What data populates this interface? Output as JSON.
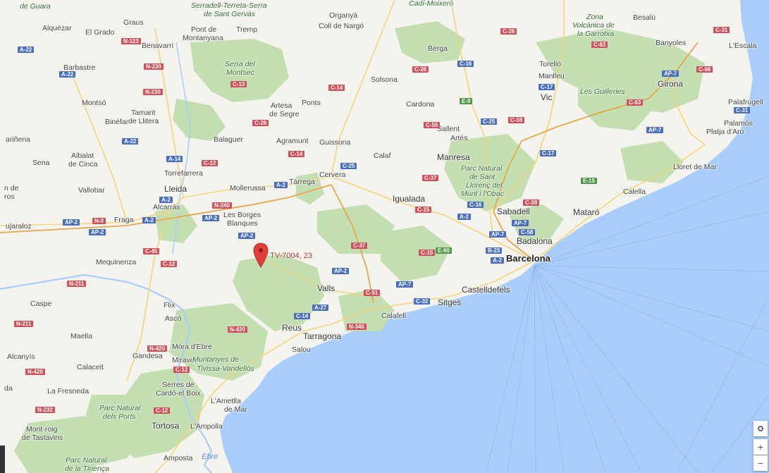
{
  "map": {
    "colors": {
      "land": "#f4f3ee",
      "forest": "#c3dfb2",
      "sea": "#a9cdfb",
      "road": "#f6d47a",
      "motorway": "#e8a64a"
    },
    "marker": {
      "label": "TV-7004, 23",
      "icon": "map-pin-icon",
      "color": "#e0403d"
    },
    "labels": {
      "de_guara": "de Guara",
      "graus": "Graus",
      "alquezar": "Alquézar",
      "el_grado": "El Grado",
      "serradell": "Serradell-Terreta-Serra",
      "sant_gervas": "de Sant Gervàs",
      "pont_de": "Pont de",
      "montanyana": "Montanyana",
      "tremp": "Tremp",
      "organya": "Organyà",
      "coll_de_nargo": "Coll de Nargó",
      "cadi": "Cadí-Moixeró",
      "zona": "Zona",
      "volcanica": "Volcànica de",
      "garrotxa": "la Garrotxa",
      "besalu": "Besalú",
      "benavarri": "Benavarri",
      "berga": "Berga",
      "banyoles": "Banyoles",
      "lescala": "L'Escala",
      "barbastre": "Barbastre",
      "serra_del": "Serra del",
      "montsec": "Montsec",
      "solsona": "Solsona",
      "torello": "Torelló",
      "manlleu": "Manlleu",
      "girona": "Girona",
      "guilleries": "Les Guilleries",
      "vic": "Vic",
      "montso": "Montsó",
      "artesa": "Artesa",
      "de_segre": "de Segre",
      "ponts": "Ponts",
      "cardona": "Cardona",
      "palafrugell": "Palafrugell",
      "tamarit": "Tamarit",
      "binefar": "Binéfar",
      "de_llitera": "de Llitera",
      "palamos": "Palamós",
      "platja": "Platja d'Aro",
      "sallent": "Sallent",
      "artes": "Artés",
      "sarinena": "ariñena",
      "balaguer": "Balaguer",
      "agramunt": "Agramunt",
      "guissona": "Guissona",
      "albalat": "Albalat",
      "de_cinca": "de Cinca",
      "sena": "Sena",
      "calaf": "Calaf",
      "manresa": "Manresa",
      "lloret": "Lloret de Mar",
      "parc_natural": "Parc Natural",
      "de_sant": "de Sant",
      "llorenc": "Llorenç del",
      "munt": "Munt i l'Obac",
      "torrefarrera": "Torrefarrera",
      "tarrega": "Tàrrega",
      "cervera": "Cervera",
      "lleida": "Lleida",
      "vallobar": "Vallobar",
      "mollerussa": "Mollerussa",
      "n_de": "n de",
      "ros": "ros",
      "calella": "Calella",
      "alcarras": "Alcarràs",
      "igualada": "Igualada",
      "borges": "Les Borges",
      "blanques": "Blanques",
      "fraga": "Fraga",
      "sabadell": "Sabadell",
      "mataro": "Mataró",
      "bujaraloz": "ujaraloz",
      "badalona": "Badalona",
      "barcelona": "Barcelona",
      "mequinenza": "Mequinenza",
      "valls": "Valls",
      "castelldefels": "Castelldefels",
      "caspe": "Caspe",
      "flix": "Flix",
      "sitges": "Sitges",
      "calafell": "Calafell",
      "asco": "Ascó",
      "reus": "Reus",
      "tarragona": "Tarragona",
      "maella": "Maella",
      "salou": "Salou",
      "mora": "Móra d'Ebre",
      "gandesa": "Gandesa",
      "miravet": "Miravet",
      "muntanyes": "Muntanyes de",
      "tivissa": "Tivissa-Vandellòs",
      "alcanyis": "Alcanyís",
      "calaceit": "Calaceit",
      "da": "da",
      "serres": "Serres de",
      "cardo": "Cardó-el Boix",
      "fresneda": "La Fresneda",
      "ametlla": "L'Ametlla",
      "de_mar": "de Mar",
      "pn_ports": "Parc Natural",
      "dels_ports": "dels Ports",
      "tortosa": "Tortosa",
      "ampolla": "L'Ampolla",
      "montroig": "Mont-roig",
      "tastavins": "de Tastavins",
      "pn_tinenca": "Parc Natural",
      "de_tinenca": "de la Tinença",
      "amposta": "Amposta",
      "ebre": "Ebre"
    },
    "shields": {
      "n123": "N-123",
      "a22a": "A-22",
      "c26a": "C-26",
      "c31a": "C-31",
      "c63a": "C-63",
      "n230a": "N-230",
      "a22b": "A-22",
      "c26b": "C-26",
      "c16a": "C-16",
      "ap7a": "AP-7",
      "c66": "C-66",
      "c13": "C-13",
      "c14a": "C-14",
      "c17a": "C-17",
      "n230b": "N-230",
      "e9": "E-9",
      "c63b": "C-63",
      "c31b": "C-31",
      "c26c": "C-26",
      "c55": "C-55",
      "c25a": "C-25",
      "c59a": "C-59",
      "ap7b": "AP-7",
      "a22c": "A-22",
      "c14b": "C-14",
      "c17b": "C-17",
      "a14": "A-14",
      "c12a": "C-12",
      "c25b": "C-25",
      "e15": "E-15",
      "a2a": "A-2",
      "c37a": "C-37",
      "a2b": "A-2",
      "n240": "N-240",
      "c59b": "C-59",
      "c16b": "C-16",
      "c15a": "C-15",
      "ap2a": "AP-2",
      "n2": "N-II",
      "a2c": "A-2",
      "ap2b": "AP-2",
      "a2d": "A-2",
      "ap7c": "AP-7",
      "ap2c": "AP-2",
      "c58": "C-58",
      "ap7d": "AP-7",
      "ap2d": "AP-2",
      "c37b": "C-37",
      "c45": "C-45",
      "c15b": "C-15",
      "e90": "E-90",
      "b23": "B-23",
      "c12b": "C-12",
      "a2e": "A-2",
      "ap2e": "AP-2",
      "n211a": "N-211",
      "ap7e": "AP-7",
      "c51": "C-51",
      "c32": "C-32",
      "a27": "A-27",
      "c14c": "C-14",
      "n211b": "N-211",
      "n420a": "N-420",
      "n340": "N-340",
      "n420b": "N-420",
      "c12c": "C-12",
      "n420c": "N-420",
      "n232": "N-232",
      "c12d": "C-12"
    },
    "controls": {
      "locate_icon": "locate-icon",
      "zoom_in": "+",
      "zoom_out": "−"
    }
  }
}
